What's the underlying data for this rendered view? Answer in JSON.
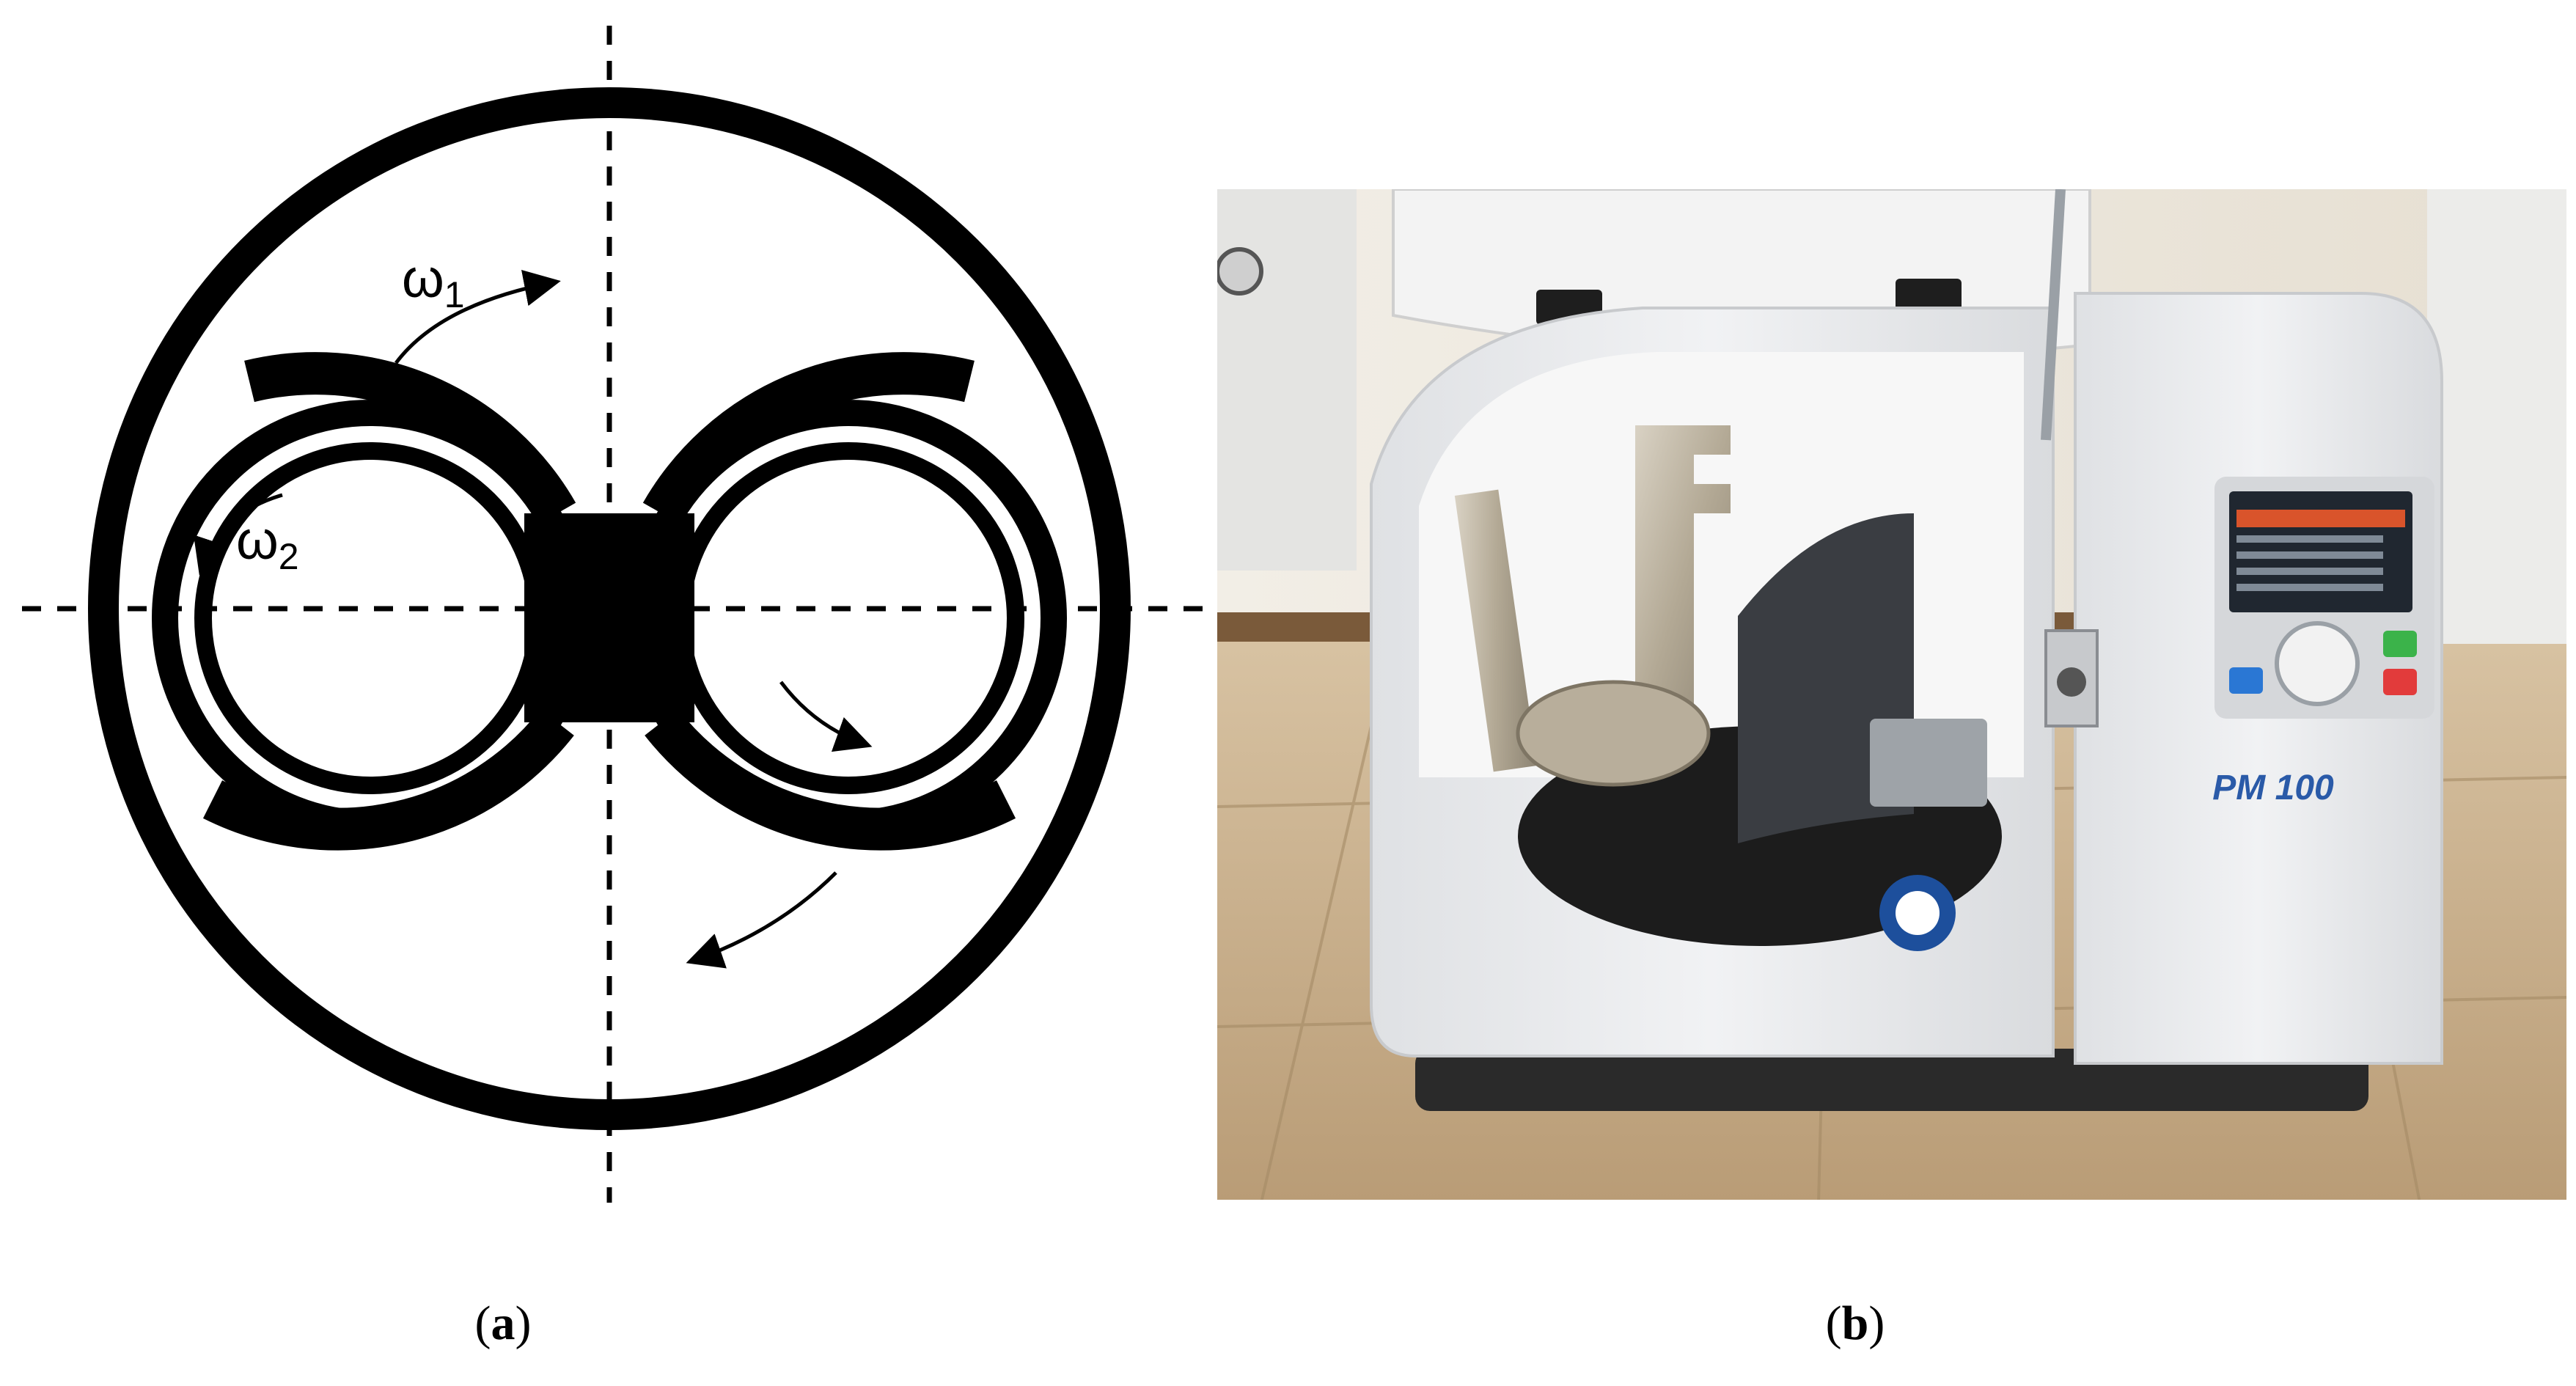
{
  "panel_a": {
    "label_open": "(",
    "label_letter": "a",
    "label_close": ")",
    "omega1_symbol": "ω",
    "omega1_sub": "1",
    "omega2_symbol": "ω",
    "omega2_sub": "2"
  },
  "panel_b": {
    "label_open": "(",
    "label_letter": "b",
    "label_close": ")",
    "device_model": "PM 100"
  },
  "colors": {
    "ink": "#000000",
    "background": "#ffffff",
    "brand_blue": "#2a5aa8",
    "machine_body": "#e9eaec",
    "floor_tile": "#c9b190"
  }
}
